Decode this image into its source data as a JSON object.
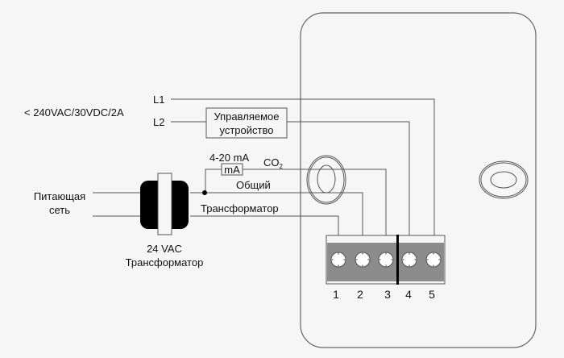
{
  "diagram": {
    "rating_label": "< 240VAC/30VDC/2A",
    "lines": {
      "l1": "L1",
      "l2": "L2"
    },
    "controlled_device": {
      "line1": "Управляемое",
      "line2": "устройство"
    },
    "signal": {
      "range_label": "4-20 mA",
      "meter_label": "mA",
      "co2_label": "CO",
      "co2_subscript": "2"
    },
    "common_label": "Общий",
    "transformer_wire_label": "Трансформатор",
    "mains": {
      "line1": "Питающая",
      "line2": "сеть"
    },
    "transformer": {
      "line1": "24 VAC",
      "line2": "Трансформатор"
    },
    "terminals": [
      "1",
      "2",
      "3",
      "4",
      "5"
    ]
  }
}
